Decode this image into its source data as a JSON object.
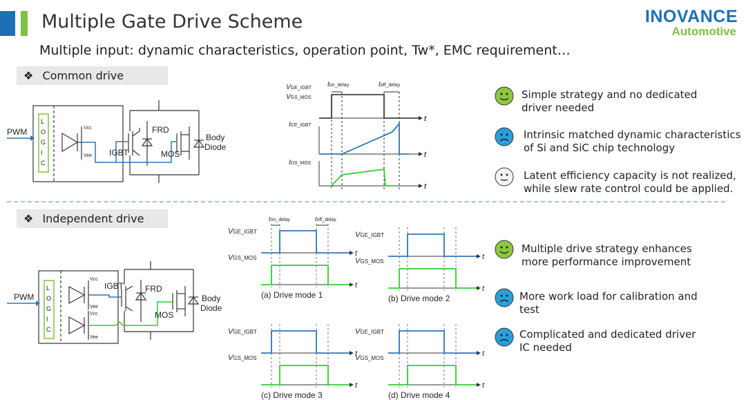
{
  "header": {
    "title": "Multiple Gate Drive Scheme",
    "subtitle": "Multiple input: dynamic characteristics, operation point, Tw*, EMC requirement…",
    "logo_line1": "INOVANCE",
    "logo_line2": "Automotive"
  },
  "sections": [
    {
      "bullet": "❖",
      "title": "Common drive"
    },
    {
      "bullet": "❖",
      "title": "Independent drive"
    }
  ],
  "circuit": {
    "pwm": "PWM",
    "logic_letters": [
      "L",
      "O",
      "G",
      "I",
      "C"
    ],
    "vcc": "Vcc",
    "vee": "Vee",
    "igbt": "IGBT",
    "frd": "FRD",
    "mos": "MOS",
    "body1": "Body",
    "body2": "Diode"
  },
  "common_waveform": {
    "vge": "V",
    "vge_sub": "GE_IGBT",
    "vgs": "V",
    "vgs_sub": "GS_MOS",
    "ice": "I",
    "ice_sub": "CE_IGBT",
    "ids": "I",
    "ids_sub": "DS_MOS",
    "t_on": "t",
    "t_on_sub": "on_delay",
    "t_off": "t",
    "t_off_sub": "off_delay",
    "t": "t"
  },
  "modes": [
    {
      "caption": "(a) Drive mode 1"
    },
    {
      "caption": "(b) Drive mode 2"
    },
    {
      "caption": "(c) Drive mode 3"
    },
    {
      "caption": "(d) Drive mode 4"
    }
  ],
  "mode_labels": {
    "vge": "V",
    "vge_sub": "GE_IGBT",
    "vgs": "V",
    "vgs_sub": "GS_MOS",
    "t": "t",
    "t_on": "t",
    "t_on_sub": "on_delay",
    "t_off": "t",
    "t_off_sub": "off_delay"
  },
  "common_points": [
    {
      "face": "happy",
      "text": [
        "Simple strategy and no dedicated",
        "driver needed"
      ]
    },
    {
      "face": "sad",
      "text": [
        "Intrinsic matched dynamic characteristics",
        "of Si and SiC chip technology"
      ]
    },
    {
      "face": "neutral",
      "text": [
        "Latent efficiency capacity is not realized,",
        "while slew rate control could be applied."
      ]
    }
  ],
  "independent_points": [
    {
      "face": "happy",
      "text": [
        "Multiple drive strategy enhances",
        "more performance improvement"
      ]
    },
    {
      "face": "sad",
      "text": [
        "More work load for calibration and",
        "test"
      ]
    },
    {
      "face": "sad",
      "text": [
        "Complicated and dedicated driver",
        "IC needed"
      ]
    }
  ],
  "colors": {
    "blue": "#1e6fb5",
    "green": "#7dc242",
    "wave_blue": "#2e75b6",
    "wave_green": "#33cc33",
    "face_green": "#8dc63f",
    "face_blue": "#2a9fd8",
    "face_white": "#f4f4f4"
  }
}
